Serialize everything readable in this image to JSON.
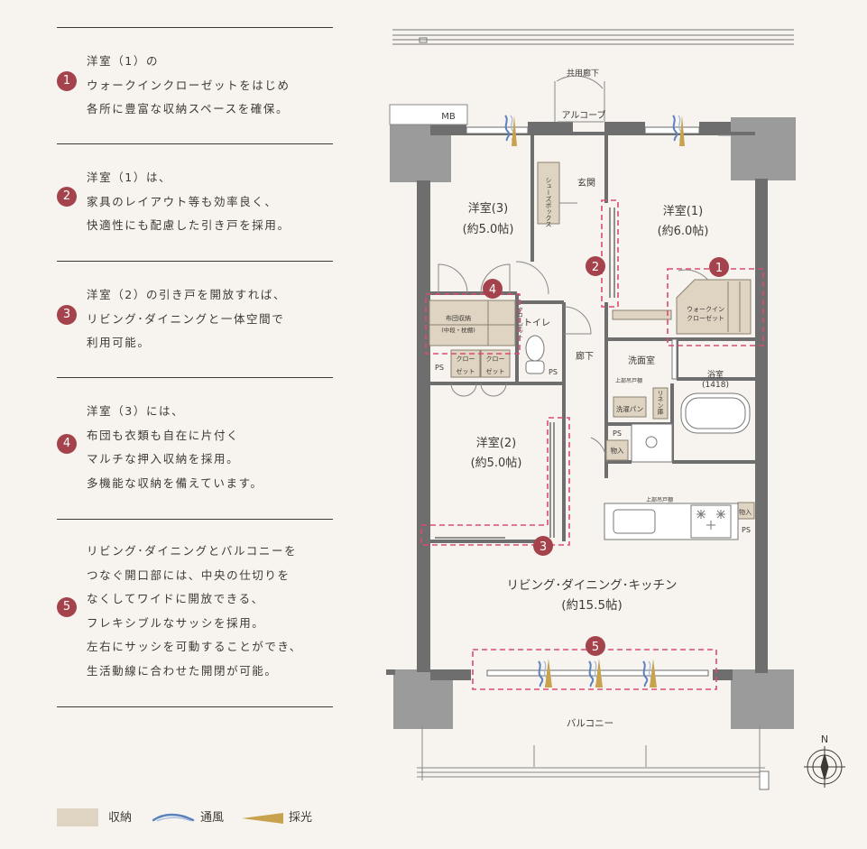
{
  "features": [
    {
      "number": "1",
      "lines": [
        "洋室（1）の",
        "ウォークインクローゼットをはじめ",
        "各所に豊富な収納スペースを確保。"
      ]
    },
    {
      "number": "2",
      "lines": [
        "洋室（1）は、",
        "家具のレイアウト等も効率良く、",
        "快適性にも配慮した引き戸を採用。"
      ]
    },
    {
      "number": "3",
      "lines": [
        "洋室（2）の引き戸を開放すれば、",
        "リビング･ダイニングと一体空間で",
        "利用可能。"
      ]
    },
    {
      "number": "4",
      "lines": [
        "洋室（3）には、",
        "布団も衣類も自在に片付く",
        "マルチな押入収納を採用。",
        "多機能な収納を備えています。"
      ]
    },
    {
      "number": "5",
      "lines": [
        "リビング･ダイニングとバルコニーを",
        "つなぐ開口部には、中央の仕切りを",
        "なくしてワイドに開放できる、",
        "フレキシブルなサッシを採用。",
        "左右にサッシを可動することができ、",
        "生活動線に合わせた開閉が可能。"
      ]
    }
  ],
  "legend": {
    "storage": "収納",
    "ventilation": "通風",
    "daylight": "採光"
  },
  "colors": {
    "accent": "#a4434c",
    "wall": "#6e6e6e",
    "storage": "#dfd4c2",
    "dash": "#d94c72",
    "wind": "#5a82bf",
    "sun": "#c9a24e"
  },
  "plan": {
    "common_corridor": "共用廊下",
    "mb": "MB",
    "alcove": "アルコーブ",
    "entrance": "玄関",
    "shoe_storage": "シューズボックス",
    "room3_name": "洋室(3)",
    "room3_size": "(約5.0帖)",
    "room1_name": "洋室(1)",
    "room1_size": "(約6.0帖)",
    "futon_storage": "布団収納",
    "futon_sub": "(中段・枕棚)",
    "toilet": "トイレ",
    "closet": "クローゼット",
    "closet_a": "クロー",
    "closet_b": "ゼット",
    "ps": "PS",
    "corridor": "廊下",
    "washroom": "洗面室",
    "walk_in_a": "ウォークイン",
    "walk_in_b": "クローゼット",
    "linen": "リネン庫",
    "upper_cabinet": "上部吊戸棚",
    "laundry_pan": "洗濯パン",
    "bath": "浴室",
    "bath_size": "(1418)",
    "storage_in": "物入",
    "room2_name": "洋室(2)",
    "room2_size": "(約5.0帖)",
    "ldk_name": "リビング･ダイニング･キッチン",
    "ldk_size": "(約15.5帖)",
    "balcony": "バルコニー",
    "compass": "N"
  }
}
